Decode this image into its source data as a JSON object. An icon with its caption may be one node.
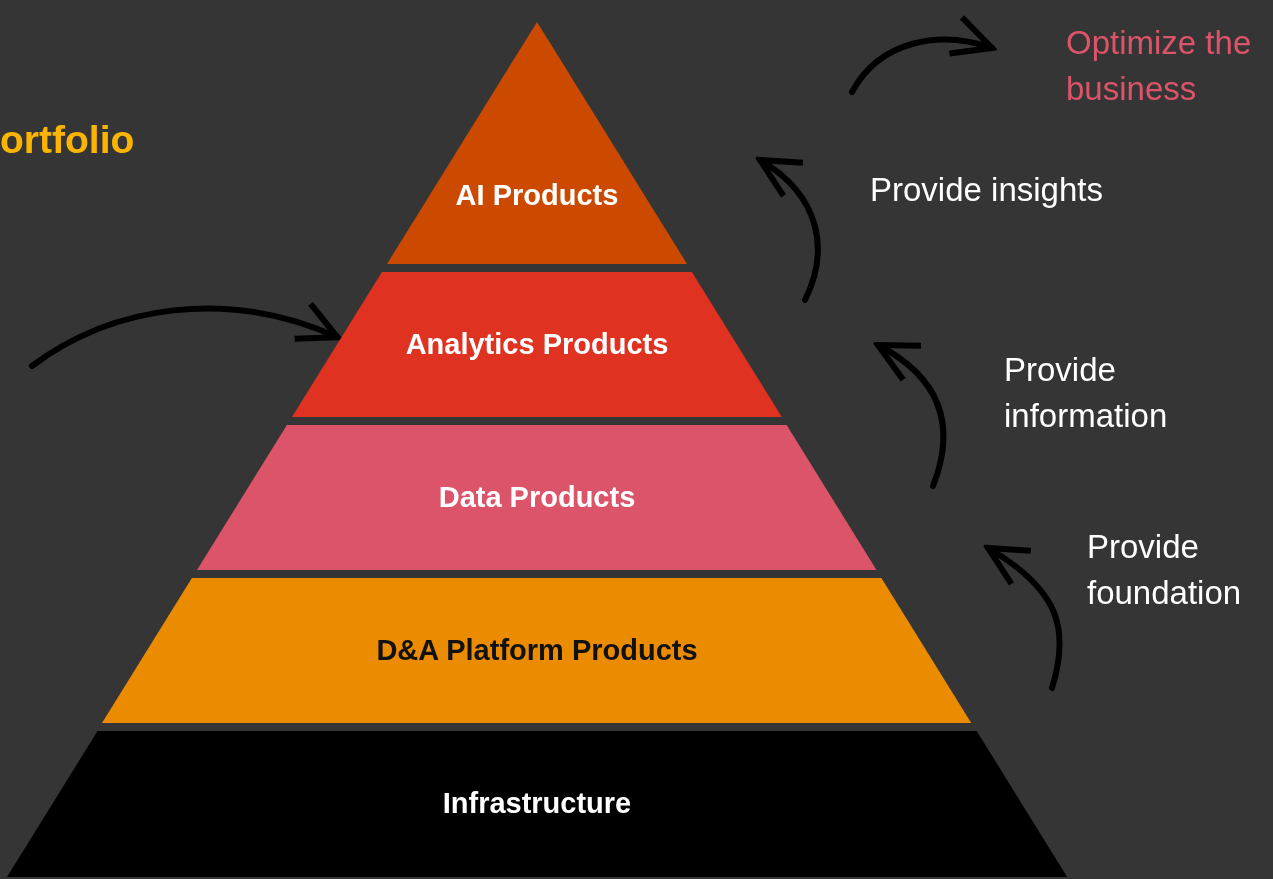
{
  "diagram": {
    "title": "ortfolio",
    "nodes": [
      {
        "text": [
          "AI Products"
        ]
      },
      {
        "text": [
          "Analytics Products"
        ]
      },
      {
        "text": [
          "Data Products"
        ]
      },
      {
        "text": [
          "D&A Platform Products"
        ]
      },
      {
        "text": [
          "Infrastructure"
        ]
      }
    ],
    "edges": [
      {
        "from": null,
        "to": 1,
        "arrow": "to"
      }
    ],
    "labels": [
      "Optimize the business",
      "Provide insights",
      "Provide information",
      "Provide foundation"
    ]
  }
}
